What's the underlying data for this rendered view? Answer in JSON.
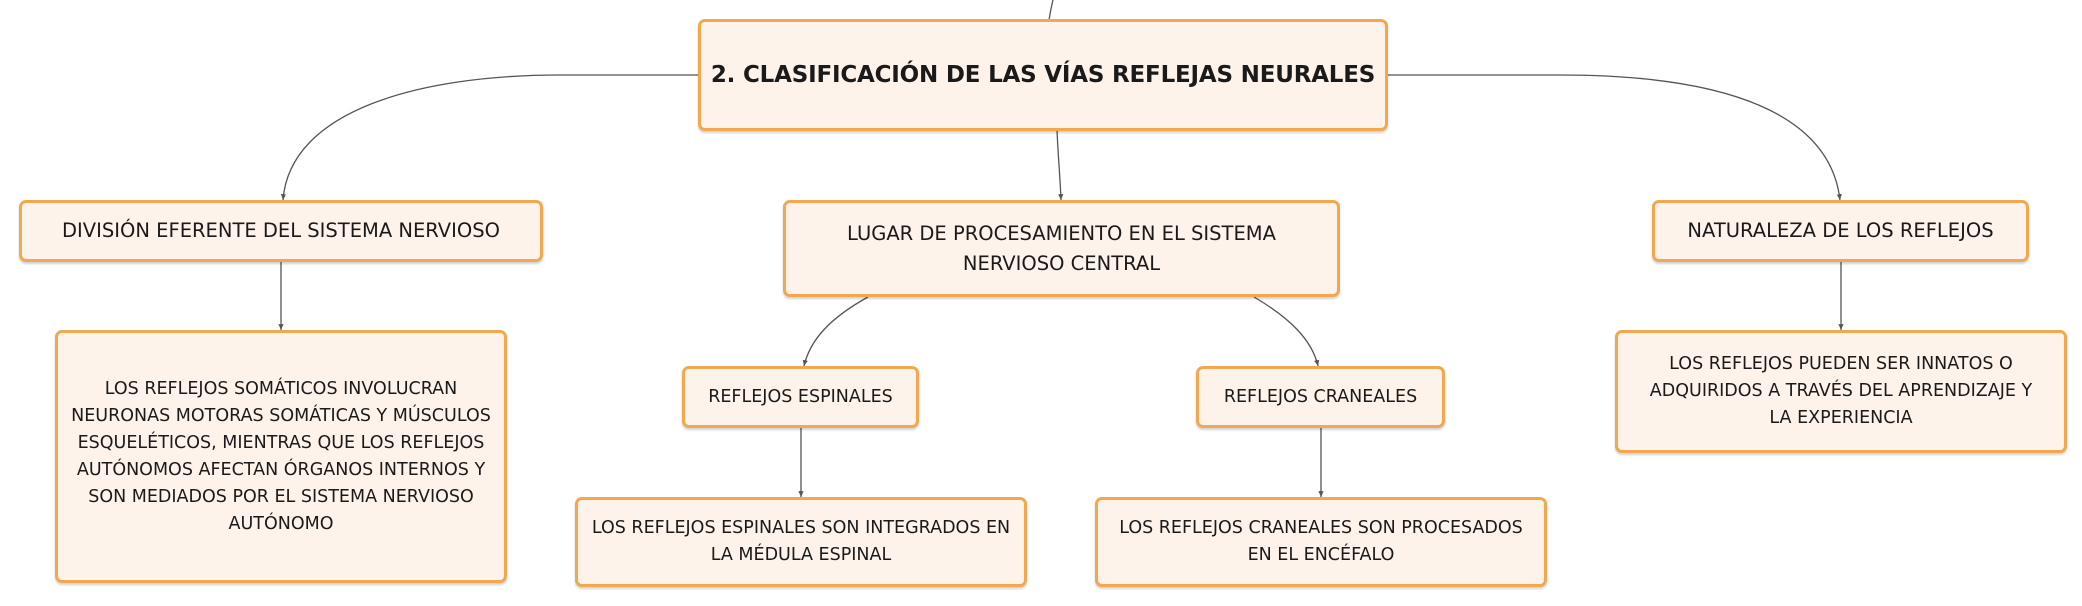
{
  "diagram": {
    "root": {
      "label": "2. CLASIFICACIÓN DE LAS VÍAS REFLEJAS NEURALES"
    },
    "branches": [
      {
        "label": "DIVISIÓN EFERENTE DEL SISTEMA NERVIOSO",
        "children": [
          {
            "label": "LOS REFLEJOS SOMÁTICOS INVOLUCRAN NEURONAS MOTORAS SOMÁTICAS Y MÚSCULOS ESQUELÉTICOS, MIENTRAS QUE LOS REFLEJOS AUTÓNOMOS AFECTAN ÓRGANOS INTERNOS Y SON MEDIADOS POR EL SISTEMA NERVIOSO AUTÓNOMO"
          }
        ]
      },
      {
        "label": "LUGAR DE PROCESAMIENTO EN EL SISTEMA NERVIOSO CENTRAL",
        "children": [
          {
            "label": "REFLEJOS ESPINALES",
            "child": "LOS REFLEJOS ESPINALES SON INTEGRADOS EN LA MÉDULA ESPINAL"
          },
          {
            "label": "REFLEJOS CRANEALES",
            "child": "LOS REFLEJOS CRANEALES SON PROCESADOS EN EL ENCÉFALO"
          }
        ]
      },
      {
        "label": "NATURALEZA DE LOS REFLEJOS",
        "children": [
          {
            "label": "LOS REFLEJOS PUEDEN SER INNATOS O ADQUIRIDOS A TRAVÉS DEL APRENDIZAJE Y LA EXPERIENCIA"
          }
        ]
      }
    ]
  },
  "colors": {
    "node_fill": "#fdf3eb",
    "node_border": "#f2a850",
    "connector": "#555555"
  }
}
